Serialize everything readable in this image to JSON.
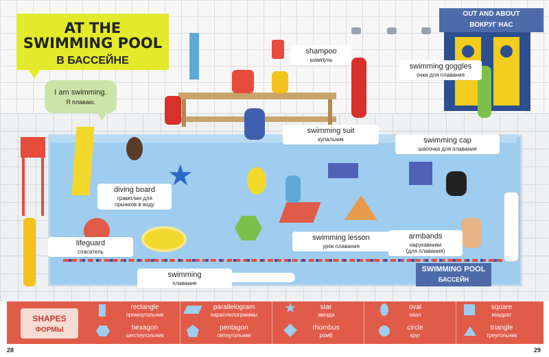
{
  "title": {
    "en": "AT THE SWIMMING POOL",
    "en_line1": "AT THE",
    "en_line2": "SWIMMING POOL",
    "ru": "В БАССЕЙНЕ"
  },
  "section_ribbon": {
    "en": "OUT AND ABOUT",
    "ru": "ВОКРУГ НАС"
  },
  "speech_bubble": {
    "en": "I am swimming.",
    "ru": "Я плаваю."
  },
  "labels": {
    "shampoo": {
      "en": "shampoo",
      "ru": "шампунь"
    },
    "swimming_goggles": {
      "en": "swimming goggles",
      "ru": "очки для плавания"
    },
    "swimming_suit": {
      "en": "swimming suit",
      "ru": "купальник"
    },
    "swimming_cap": {
      "en": "swimming cap",
      "ru": "шапочка для плавания"
    },
    "diving_board": {
      "en": "diving board",
      "ru1": "трамплин для",
      "ru2": "прыжков в воду"
    },
    "lifeguard": {
      "en": "lifeguard",
      "ru": "спасатель"
    },
    "swimming_lesson": {
      "en": "swimming lesson",
      "ru": "урок плавания"
    },
    "armbands": {
      "en": "armbands",
      "ru1": "нарукавники",
      "ru2": "(для плавания)"
    },
    "swimming": {
      "en": "swimming",
      "ru": "плавание"
    }
  },
  "pool_ribbon": {
    "en": "SWIMMING POOL",
    "ru": "БАССЕЙН"
  },
  "shapes_panel": {
    "title_en": "SHAPES",
    "title_ru": "ФОРМЫ",
    "items": [
      {
        "en": "rectangle",
        "ru": "прямоугольник",
        "icon": "rectangle-icon"
      },
      {
        "en": "hexagon",
        "ru": "шестиугольник",
        "icon": "hexagon-icon"
      },
      {
        "en": "parallelogram",
        "ru": "параллелограммы",
        "icon": "parallelogram-icon"
      },
      {
        "en": "pentagon",
        "ru": "пятиугольник",
        "icon": "pentagon-icon"
      },
      {
        "en": "star",
        "ru": "звезда",
        "icon": "star-icon"
      },
      {
        "en": "rhombus",
        "ru": "ромб",
        "icon": "rhombus-icon"
      },
      {
        "en": "oval",
        "ru": "овал",
        "icon": "oval-icon"
      },
      {
        "en": "circle",
        "ru": "круг",
        "icon": "circle-icon"
      },
      {
        "en": "square",
        "ru": "квадрат",
        "icon": "square-icon"
      },
      {
        "en": "triangle",
        "ru": "треугольник",
        "icon": "triangle-icon"
      }
    ]
  },
  "page_numbers": {
    "left": "28",
    "right": "29"
  },
  "colors": {
    "pool": "#9ecdf0",
    "title": "#e2ea2b",
    "shapes_bar": "#e05b48",
    "ribbon": "#4d6ba8",
    "bubble": "#cde4a8"
  }
}
